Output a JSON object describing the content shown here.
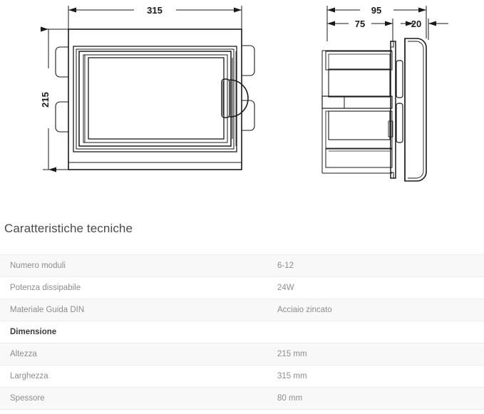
{
  "drawing": {
    "front_view": {
      "width_dimension": "315",
      "height_dimension": "215"
    },
    "side_view": {
      "total_depth_dimension": "95",
      "body_depth_dimension": "75",
      "door_depth_dimension": "20"
    }
  },
  "specs": {
    "title": "Caratteristiche tecniche",
    "rows": [
      {
        "label": "Numero moduli",
        "value": "6-12",
        "group": false
      },
      {
        "label": "Potenza dissipabile",
        "value": "24W",
        "group": false
      },
      {
        "label": "Materiale Guida DIN",
        "value": "Acciaio zincato",
        "group": false
      },
      {
        "label": "Dimensione",
        "value": "",
        "group": true
      },
      {
        "label": "Altezza",
        "value": "215 mm",
        "group": false
      },
      {
        "label": "Larghezza",
        "value": "315 mm",
        "group": false
      },
      {
        "label": "Spessore",
        "value": "80 mm",
        "group": false
      }
    ]
  },
  "colors": {
    "line": "#1a1a1a",
    "title_text": "#4a4a4a",
    "cell_text": "#8d8d8d",
    "group_text": "#3c3c3c",
    "row_stripe": "#f8f8f8",
    "row_border": "#ededed"
  }
}
